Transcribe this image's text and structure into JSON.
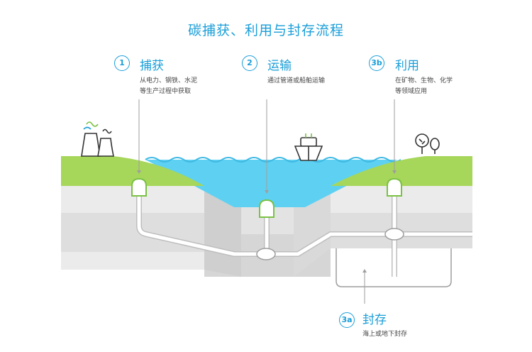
{
  "title": "碳捕获、利用与封存流程",
  "steps": {
    "capture": {
      "badge": "1",
      "label": "捕获",
      "desc1": "从电力、钢铁、水泥",
      "desc2": "等生产过程中获取"
    },
    "transport": {
      "badge": "2",
      "label": "运输",
      "desc1": "通过管道或船舶运输"
    },
    "utilize": {
      "badge": "3b",
      "label": "利用",
      "desc1": "在矿物、生物、化学",
      "desc2": "等领域应用"
    },
    "storage": {
      "badge": "3a",
      "label": "封存",
      "desc1": "海上或地下封存"
    }
  },
  "colors": {
    "accent": "#1a9ed8",
    "grass": "#a6d65a",
    "water": "#5ed1f2",
    "capsule_outline": "#7ac143"
  },
  "icons": [
    "factory-icon",
    "ship-icon",
    "tree-icon",
    "capsule-icon",
    "junction-icon"
  ]
}
